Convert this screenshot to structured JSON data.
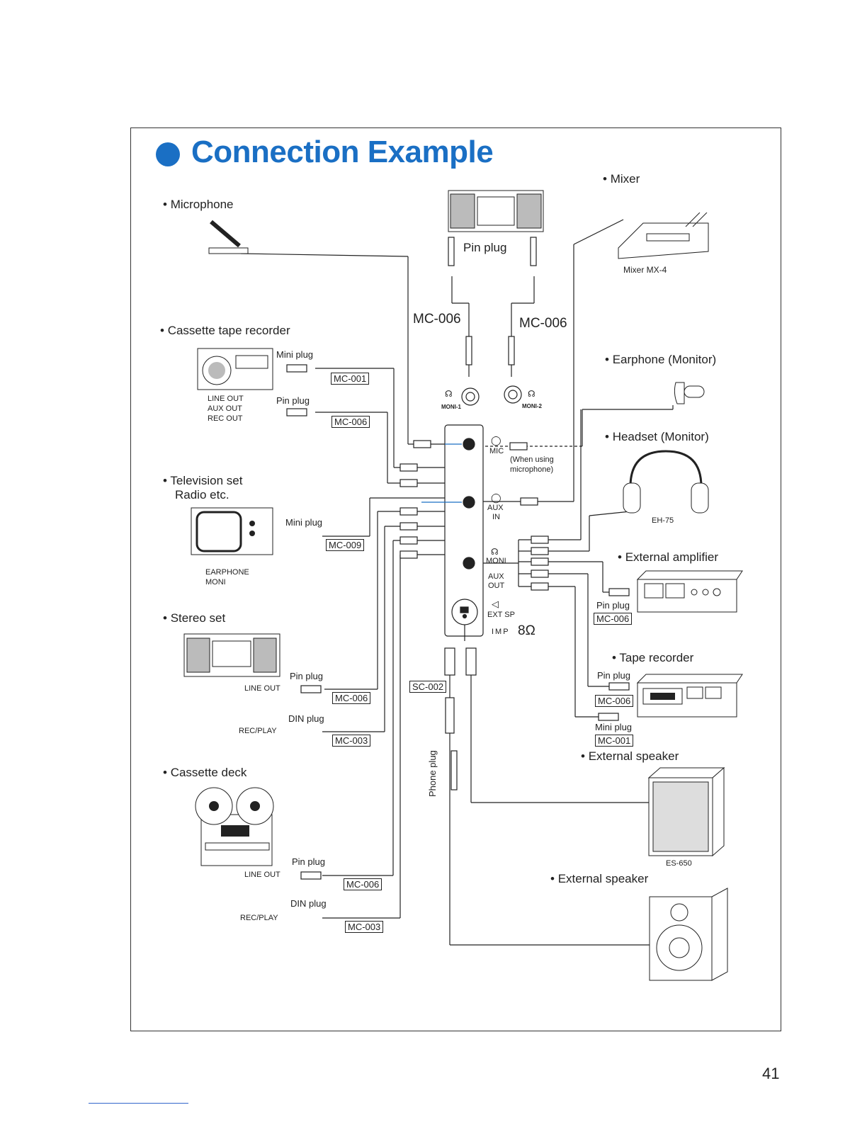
{
  "title": "Connection Example",
  "page_number": "41",
  "colors": {
    "accent": "#1a6fc4",
    "line": "#222222"
  },
  "sections": {
    "microphone": "Microphone",
    "cassette_tape_recorder": "Cassette tape recorder",
    "television_set": "Television set",
    "radio_etc": "Radio etc.",
    "stereo_set": "Stereo set",
    "cassette_deck": "Cassette deck",
    "mixer": "Mixer",
    "earphone": "Earphone (Monitor)",
    "headset": "Headset (Monitor)",
    "external_amplifier": "External amplifier",
    "tape_recorder": "Tape recorder",
    "external_speaker_1": "External speaker",
    "external_speaker_2": "External speaker"
  },
  "labels": {
    "pin_plug_top": "Pin plug",
    "mc006_left": "MC-006",
    "mc006_right": "MC-006",
    "moni1": "MONI-1",
    "moni2": "MONI-2",
    "mixer_model": "Mixer MX-4",
    "headset_model": "EH-75",
    "speaker_model": "ES-650",
    "cassette_mini_plug": "Mini plug",
    "cassette_mc001": "MC-001",
    "cassette_outs": [
      "LINE OUT",
      "AUX OUT",
      "REC OUT"
    ],
    "cassette_pin_plug": "Pin plug",
    "cassette_mc006": "MC-006",
    "tv_mini_plug": "Mini plug",
    "tv_mc009": "MC-009",
    "tv_outs": [
      "EARPHONE",
      "MONI"
    ],
    "stereo_pin_plug": "Pin plug",
    "stereo_line_out": "LINE OUT",
    "stereo_mc006": "MC-006",
    "stereo_din_plug": "DIN plug",
    "stereo_rec_play": "REC/PLAY",
    "stereo_mc003": "MC-003",
    "deck_pin_plug": "Pin plug",
    "deck_line_out": "LINE OUT",
    "deck_mc006": "MC-006",
    "deck_din_plug": "DIN plug",
    "deck_rec_play": "REC/PLAY",
    "deck_mc003": "MC-003",
    "panel_mic": "MIC",
    "when_using": "(When using",
    "microphone_paren": "microphone)",
    "panel_aux": "AUX",
    "panel_in": "IN",
    "panel_moni": "MONI",
    "panel_aux_out": "AUX",
    "panel_out": "OUT",
    "panel_ext_sp": "EXT SP",
    "imp_label": "IMP",
    "imp_value": "8Ω",
    "sc002": "SC-002",
    "phone_plug": "Phone plug",
    "amp_pin_plug": "Pin plug",
    "amp_mc006": "MC-006",
    "tape_pin_plug": "Pin plug",
    "tape_mc006": "MC-006",
    "tape_mini_plug": "Mini plug",
    "tape_mc001": "MC-001"
  },
  "icons": [
    "microphone-icon",
    "cassette-recorder-icon",
    "television-icon",
    "stereo-icon",
    "reel-deck-icon",
    "mixer-icon",
    "earphone-icon",
    "headset-icon",
    "amplifier-icon",
    "tape-recorder-icon",
    "speaker-cabinet-icon",
    "speaker-icon",
    "headphone-jack-icon",
    "speaker-jack-icon"
  ]
}
